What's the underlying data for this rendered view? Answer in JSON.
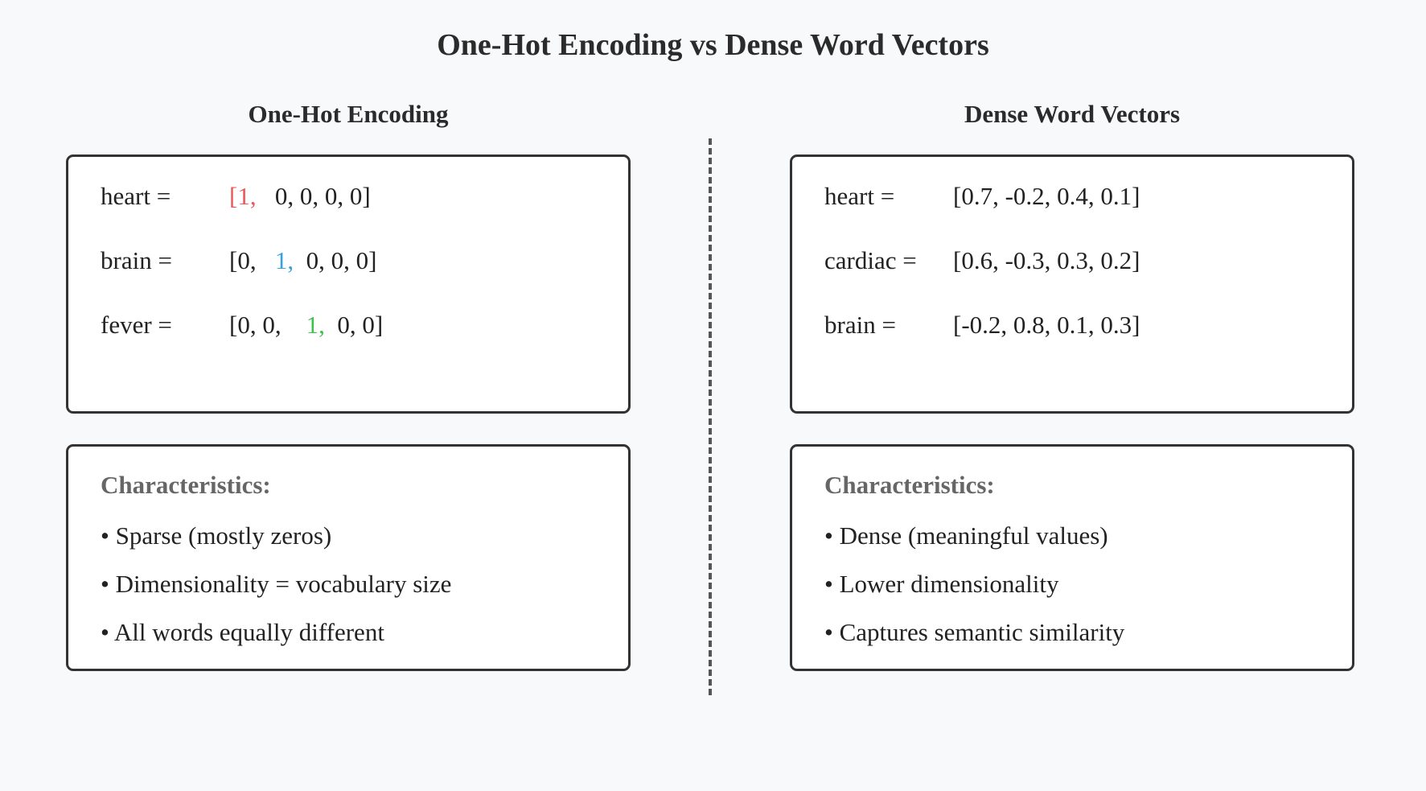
{
  "title": "One-Hot Encoding vs Dense Word Vectors",
  "colors": {
    "background": "#f8f9fa",
    "hot_red": "#e85a5a",
    "hot_blue": "#3aa0e0",
    "hot_green": "#3cc14f",
    "muted_heading": "#666666"
  },
  "one_hot": {
    "heading": "One-Hot Encoding",
    "rows": [
      {
        "word": "heart =",
        "pre": "",
        "hot": "[1,",
        "post": "   0, 0, 0, 0]",
        "hot_color": "#e85a5a"
      },
      {
        "word": "brain =",
        "pre": "[0,   ",
        "hot": "1,",
        "post": "  0, 0, 0]",
        "hot_color": "#3aa0e0"
      },
      {
        "word": "fever =",
        "pre": "[0, 0,    ",
        "hot": "1,",
        "post": "  0, 0]",
        "hot_color": "#3cc14f"
      }
    ],
    "characteristics": {
      "title": "Characteristics:",
      "items": [
        "• Sparse (mostly zeros)",
        "• Dimensionality = vocabulary size",
        "• All words equally different"
      ]
    }
  },
  "dense": {
    "heading": "Dense Word Vectors",
    "rows": [
      {
        "word": "heart =",
        "vector": "[0.7, -0.2, 0.4, 0.1]"
      },
      {
        "word": "cardiac =",
        "vector": "[0.6, -0.3, 0.3, 0.2]"
      },
      {
        "word": "brain =",
        "vector": "[-0.2, 0.8, 0.1, 0.3]"
      }
    ],
    "characteristics": {
      "title": "Characteristics:",
      "items": [
        "• Dense (meaningful values)",
        "• Lower dimensionality",
        "• Captures semantic similarity"
      ]
    }
  }
}
